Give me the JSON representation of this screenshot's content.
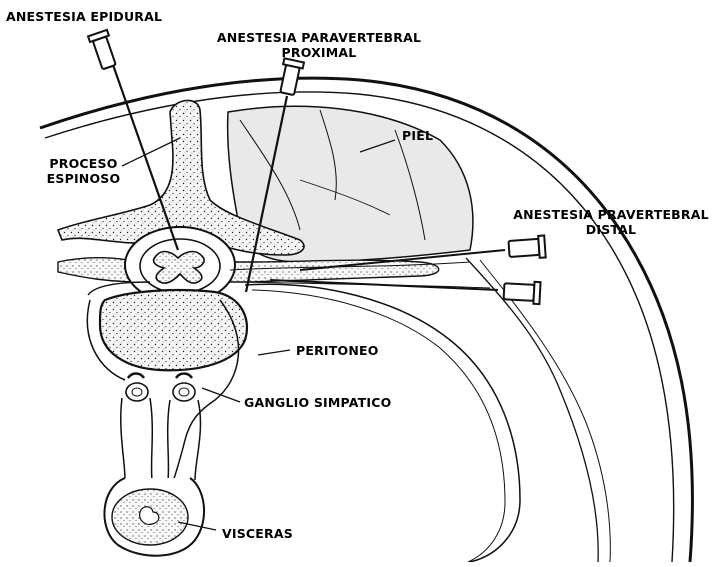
{
  "labels": {
    "epidural": "ANESTESIA EPIDURAL",
    "paravertebral_proximal_1": "ANESTESIA PARAVERTEBRAL",
    "paravertebral_proximal_2": "PROXIMAL",
    "piel": "PIEL",
    "proceso_1": "PROCESO",
    "proceso_2": "ESPINOSO",
    "pravertebral_distal_1": "ANESTESIA PRAVERTEBRAL",
    "pravertebral_distal_2": "DISTAL",
    "peritoneo": "PERITONEO",
    "ganglio": "GANGLIO SIMPATICO",
    "visceras": "VISCERAS"
  },
  "colors": {
    "line": "#111111",
    "muscle_fill": "#e9e9e9",
    "bone_fill": "#f4f4f4",
    "background": "#ffffff"
  }
}
